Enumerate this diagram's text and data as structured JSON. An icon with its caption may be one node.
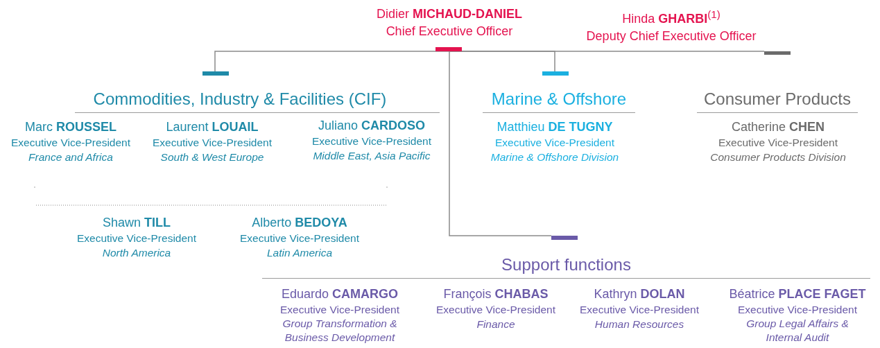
{
  "diagram": {
    "nodes": [
      {
        "text": [
          "Didier **MICHAUD-DANIEL**",
          "Chief Executive Officer"
        ]
      },
      {
        "text": [
          "Hinda **GHARBI**$^{(1)}$",
          "Deputy Chief Executive Officer"
        ]
      },
      {
        "text": [
          "Commodities, Industry & Facilities (CIF)"
        ]
      },
      {
        "text": [
          "Marine & Offshore"
        ]
      },
      {
        "text": [
          "Consumer Products"
        ]
      },
      {
        "text": [
          "Support functions"
        ]
      },
      {
        "text": [
          "Marc **ROUSSEL**",
          "Executive Vice-President",
          "France and Africa"
        ]
      },
      {
        "text": [
          "Laurent  **LOUAIL**",
          "Executive Vice-President",
          "South & West Europe"
        ]
      },
      {
        "text": [
          "Juliano **CARDOSO**",
          "Executive Vice-President",
          "Middle East, Asia Pacific"
        ]
      },
      {
        "text": [
          "Matthieu **DE TUGNY**",
          "Executive Vice-President",
          "Marine & Offshore Division"
        ]
      },
      {
        "text": [
          "Catherine **CHEN**",
          "Executive Vice-President",
          "Consumer Products Division"
        ]
      },
      {
        "text": [
          "Shawn **TILL**",
          "Executive Vice-President",
          "North America"
        ]
      },
      {
        "text": [
          "Alberto **BEDOYA**",
          "Executive Vice-President",
          "Latin America"
        ]
      },
      {
        "text": [
          "Eduardo **CAMARGO**",
          "Executive Vice-President",
          "Group Transformation & Business Development"
        ]
      },
      {
        "text": [
          "François **CHABAS**",
          "Executive Vice-President",
          "Finance"
        ]
      },
      {
        "text": [
          "Kathryn  **DOLAN**",
          "Executive Vice-President",
          "Human Resources"
        ]
      },
      {
        "text": [
          "Béatrice **PLACE FAGET**",
          "Executive Vice-President",
          "Group Legal Affairs & Internal Audit"
        ]
      }
    ],
    "edges": [
      {
        "from": 0,
        "to": 2,
        "arrow": "none"
      },
      {
        "from": 0,
        "to": 3,
        "arrow": "none"
      },
      {
        "from": 0,
        "to": 4,
        "arrow": "none"
      },
      {
        "from": 0,
        "to": 5,
        "arrow": "none"
      }
    ]
  }
}
